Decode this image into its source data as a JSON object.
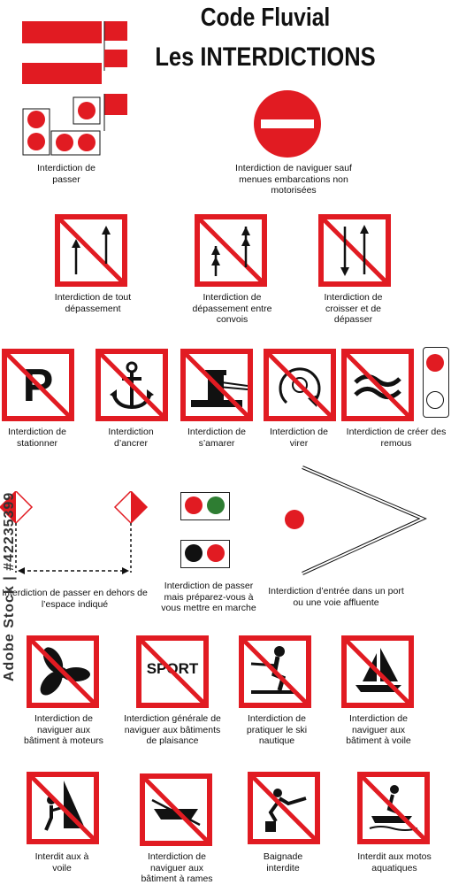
{
  "title_line1": "Code Fluvial",
  "title_line2": "Les INTERDICTIONS",
  "watermark": "Adobe Stock | #42235399",
  "colors": {
    "red": "#e11b22",
    "green": "#2e7d32",
    "black": "#111111"
  },
  "captions": {
    "passer": "Interdiction de passer",
    "naviguer_sauf": "Interdiction de naviguer sauf menues embarcations non motorisées",
    "tout_depassement": "Interdiction de tout dépassement",
    "depassement_convois": "Interdiction de dépassement entre convois",
    "croisser": "Interdiction de croisser et de dépasser",
    "stationner": "Interdiction de stationner",
    "ancrer": "Interdiction d’ancrer",
    "amarer": "Interdiction de s’amarer",
    "virer": "Interdiction de virer",
    "remous": "Interdiction de créer des remous",
    "espace": "Interdiction de passer en dehors de l’espace indiqué",
    "preparez": "Interdiction de passer mais préparez-vous à vous mettre en marche",
    "port": "Interdiction d’entrée dans un port ou une voie affluente",
    "moteurs": "Interdiction de naviguer aux bâtiment à moteurs",
    "plaisance": "Interdiction générale de naviguer aux bâtiments de plaisance",
    "ski": "Interdiction de pratiquer le ski nautique",
    "voile": "Interdiction de naviguer aux bâtiment à voile",
    "a_voile": "Interdit aux à voile",
    "rames": "Interdiction de naviguer aux bâtiment à rames",
    "baignade": "Baignade interdite",
    "motos": "Interdit aux motos aquatiques"
  },
  "sport_text": "SPORT",
  "parking_letter": "P"
}
